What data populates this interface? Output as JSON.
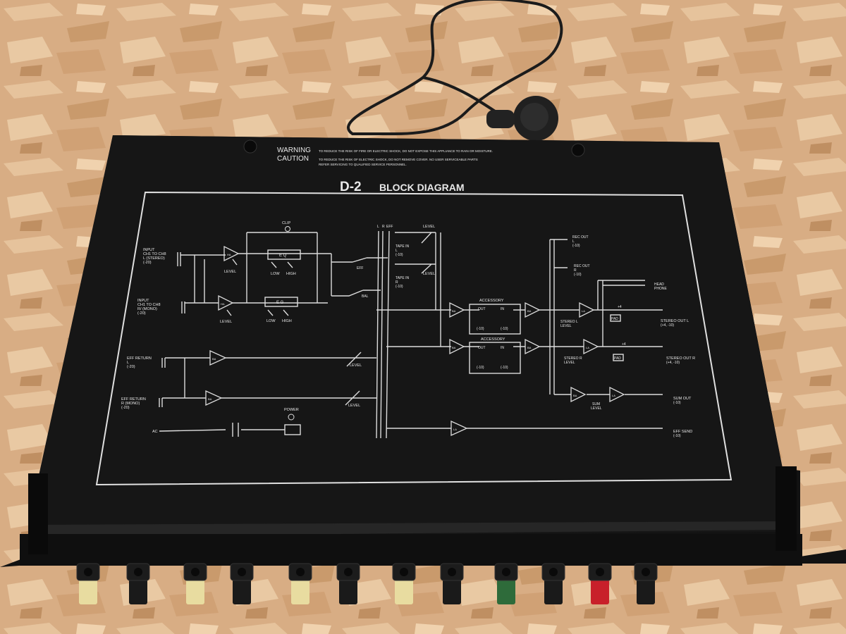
{
  "panel": {
    "warning_label": "WARNING",
    "caution_label": "CAUTION",
    "warning_text": "TO REDUCE THE RISK OF FIRE OR ELECTRIC SHOCK, DO NOT EXPOSE THIS APPLIANCE TO RAIN OR MOISTURE.",
    "caution_text_1": "TO REDUCE THE RISK OF ELECTRIC SHOCK, DO NOT REMOVE COVER. NO USER SERVICEABLE PARTS",
    "caution_text_2": "REFER SERVICING TO QUALIFIED SERVICE PERSONNEL.",
    "model": "D-2",
    "title": "BLOCK DIAGRAM"
  },
  "diagram": {
    "input_ch1": [
      "INPUT",
      "CH1 TO CH8",
      "L (STEREO)",
      "(-20)"
    ],
    "input_ch2": [
      "INPUT",
      "CH1 TO CH8",
      "R/ (MONO)",
      "(-20)"
    ],
    "eff_return_l": [
      "EFF RETURN",
      "L",
      "(-20)"
    ],
    "eff_return_r": [
      "EFF RETURN",
      "R (MONO)",
      "(-20)"
    ],
    "clip": "CLIP",
    "eq": "E Q",
    "eq2": "E G",
    "low": "LOW",
    "high": "HIGH",
    "level": "LEVEL",
    "eff": "EFF",
    "bal": "BAL",
    "bus": [
      "L",
      "R",
      "EFF"
    ],
    "tape_in_l": [
      "TAPE IN",
      "L",
      "(-10)"
    ],
    "tape_in_r": [
      "TAPE IN",
      "R",
      "(-10)"
    ],
    "accessory": "ACCESSORY",
    "out": "OUT",
    "in": "IN",
    "minus10": "(-10)",
    "rec_out_l": [
      "REC OUT",
      "L",
      "(-10)"
    ],
    "rec_out_r": [
      "REC OUT",
      "R",
      "(-10)"
    ],
    "head_phone": [
      "HEAD",
      "PHONE"
    ],
    "stereo_out_l": [
      "STEREO OUT L",
      "(+4, -10)"
    ],
    "stereo_out_r": [
      "STEREO OUT R",
      "(+4, -10)"
    ],
    "stereo_l_level": [
      "STEREO L",
      "LEVEL"
    ],
    "stereo_r_level": [
      "STEREO R",
      "LEVEL"
    ],
    "sum_level": [
      "SUM",
      "LEVEL"
    ],
    "sum_out": [
      "SUM OUT",
      "(-10)"
    ],
    "eff_send": [
      "EFF SEND",
      "(-10)"
    ],
    "pad": "PAD",
    "plus4": "+4",
    "power": "POWER",
    "ac": "AC",
    "amp_ba": "BA",
    "amp_la": "LA",
    "amp_ha": "HA"
  },
  "jack_colors": [
    "#e8dca0",
    "#1a1a1a",
    "#e8dca0",
    "#1a1a1a",
    "#e8dca0",
    "#1a1a1a",
    "#e8dca0",
    "#1a1a1a",
    "#2e6b3a",
    "#1a1a1a",
    "#c8202a",
    "#1a1a1a"
  ]
}
